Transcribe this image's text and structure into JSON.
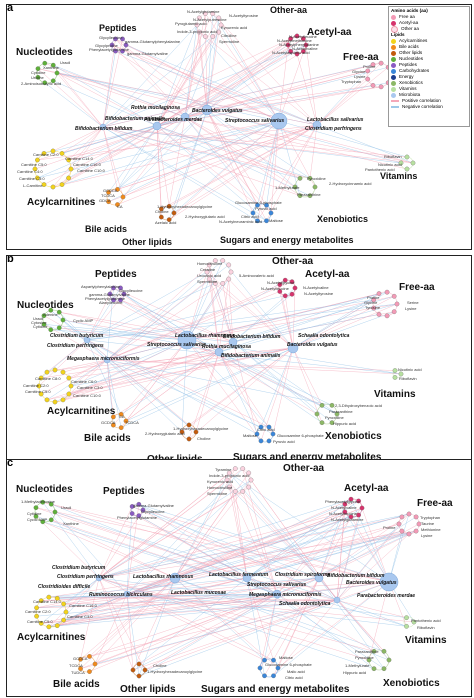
{
  "panels": [
    {
      "letter": "a",
      "groups": {
        "peptides": "Peptides",
        "other_aa": "Other-aa",
        "acetyl_aa": "Acetyl-aa",
        "nucleotides": "Nucleotides",
        "free_aa": "Free-aa",
        "acylcarnitines": "Acylcarnitines",
        "vitamins": "Vitamins",
        "xenobiotics": "Xenobiotics",
        "bile_acids": "Bile acids",
        "other_lipids": "Other lipids",
        "sugars": "Sugars and energy metabolites"
      },
      "bacteria": [
        "Rothia mucilaginosa",
        "Bacteroides vulgatus",
        "Bifidobacterium animalis",
        "Parabacteroides merdae",
        "Streptococcus salivarius",
        "Lactobacillus salivarius",
        "Clostridium perfringens",
        "Bifidobacterium bifidum"
      ],
      "metabolites": {
        "peptides": [
          "Glycylleucine",
          "gamma-Glutamylphenylalanine",
          "Glycylproline",
          "Phenylacetylglutamine",
          "gamma-Glutamylvaline"
        ],
        "other_aa": [
          "N-Acetylglutamine",
          "N-Acetyltyrosine",
          "N-Acetylputrescine",
          "Pyroglutamic acid",
          "Kynurenic acid",
          "Indole-3-propionic acid",
          "Citrulline",
          "Spermidine"
        ],
        "acetyl_aa": [
          "N-Acetylleucine",
          "N-Acetylmethionine",
          "N-Acetylphenylalanine",
          "N-Acetylvaline",
          "N-Acetylaspartic acid"
        ],
        "nucleotides": [
          "Uracil",
          "Xanthine",
          "Cytidine",
          "Uridine",
          "2-Aminoisobutyric acid"
        ],
        "free_aa": [
          "Proline",
          "Glycine",
          "Lysine",
          "Tryptophan",
          "Tyrosine",
          "Threonine"
        ],
        "acylcarnitines": [
          "Carnitine C2:0",
          "Carnitine C14:0",
          "Carnitine C16:0",
          "Carnitine C10:0",
          "Carnitine C5:0",
          "Carnitine C4:0",
          "Carnitine C3:0",
          "L-Carnitine"
        ],
        "vitamins": [
          "Riboflavin",
          "Nicotinic acid",
          "Pantothenic acid"
        ],
        "xenobiotics": [
          "Pyroxidine",
          "2-Hydroxycinnamic acid",
          "1-Methylurate",
          "Paraxanthine"
        ],
        "bile_acids": [
          "GCDCA",
          "TCDCA",
          "GDCA",
          "CA"
        ],
        "other_lipids": [
          "1-Hydroxyhexadecanoylglycine",
          "Choline",
          "Azelaic acid",
          "2-Hydroxyglutaric acid"
        ],
        "sugars": [
          "Glucosamine 6-phosphate",
          "Pyruvic acid",
          "Citric acid",
          "N-Acetylneuraminic acid",
          "Maltose"
        ]
      }
    },
    {
      "letter": "b",
      "groups": {
        "peptides": "Peptides",
        "other_aa": "Other-aa",
        "acetyl_aa": "Acetyl-aa",
        "nucleotides": "Nucleotides",
        "free_aa": "Free-aa",
        "acylcarnitines": "Acylcarnitines",
        "vitamins": "Vitamins",
        "xenobiotics": "Xenobiotics",
        "bile_acids": "Bile acids",
        "other_lipids": "Other lipids",
        "sugars": "Sugars and energy metabolites"
      },
      "bacteria": [
        "Clostridium butyricum",
        "Lactobacillus rhamnosus",
        "Bifidobacterium bifidum",
        "Schaalia odontolytica",
        "Clostridium perfringens",
        "Streptococcus salivarius",
        "Rothia mucilaginosa",
        "Bifidobacterium animalis",
        "Bacteroides vulgatus",
        "Megasphaera micronuciformis"
      ],
      "metabolites": {
        "peptides": [
          "Aspartylphenylalanine",
          "Glycylleucine",
          "gamma-Glutamylvaline",
          "Phenylacetylglutamine",
          "Alanylleucine"
        ],
        "other_aa": [
          "Homocitrulline",
          "Creatine",
          "Urocanic acid",
          "Spermidine",
          "5-Aminovaleric acid"
        ],
        "acetyl_aa": [
          "N-Acetylglycine",
          "N-Acetylleucine",
          "N-Acetylvaline",
          "N-Acetyltyrosine"
        ],
        "nucleotides": [
          "Adenine",
          "Uracil",
          "Cytosine",
          "Cytidine",
          "Cyclic AMP"
        ],
        "free_aa": [
          "Proline",
          "Glycine",
          "Tyrosine",
          "Serine",
          "Lysine"
        ],
        "acylcarnitines": [
          "Carnitine C8:0",
          "Carnitine C6:0",
          "Carnitine C2:0",
          "Carnitine C3:0",
          "Carnitine C5:0",
          "Carnitine C10:0"
        ],
        "vitamins": [
          "Nicotinic acid",
          "Riboflavin"
        ],
        "xenobiotics": [
          "2,3-Dihydroxybenzoic acid",
          "Paraxanthine",
          "Pyroxidine",
          "Hippuric acid"
        ],
        "bile_acids": [
          "CA",
          "GCDCA",
          "TCDCA"
        ],
        "other_lipids": [
          "2-Hydroxyglutaric acid",
          "Choline",
          "1-Hydroxyhexadecanoylglycine"
        ],
        "sugars": [
          "Citric acid",
          "Maltose",
          "Glucosamine 6-phosphate",
          "Pyruvic acid"
        ]
      }
    },
    {
      "letter": "c",
      "groups": {
        "peptides": "Peptides",
        "other_aa": "Other-aa",
        "acetyl_aa": "Acetyl-aa",
        "nucleotides": "Nucleotides",
        "free_aa": "Free-aa",
        "acylcarnitines": "Acylcarnitines",
        "vitamins": "Vitamins",
        "xenobiotics": "Xenobiotics",
        "bile_acids": "Bile acids",
        "other_lipids": "Other lipids",
        "sugars": "Sugars and energy metabolites"
      },
      "bacteria": [
        "Clostridium butyricum",
        "Clostridium perfringens",
        "Lactobacillus rhamnosus",
        "Lactobacillus fermentum",
        "Clostridium spiroforme",
        "Bifidobacterium bifidum",
        "Clostridioides difficile",
        "Ruminococcus bicirculans",
        "Lactobacillus mucosae",
        "Streptococcus salivarius",
        "Bacteroides vulgatus",
        "Megasphaera micronuciformis",
        "Schaalia odontolytica",
        "Parabacteroides merdae"
      ],
      "metabolites": {
        "peptides": [
          "gamma-Glutamylvaline",
          "Glycylleucine",
          "Phenylacetylglutamine"
        ],
        "other_aa": [
          "Tyramine",
          "Indole-3-propionic acid",
          "Kynurenic acid",
          "Homocitrulline",
          "Spermidine"
        ],
        "acetyl_aa": [
          "Phenylacetylglycine",
          "N-Acetylvaline",
          "N-Acetylleucine",
          "N-Acetylglutamine"
        ],
        "nucleotides": [
          "1-Methyladenosine",
          "Uracil",
          "Cytidine",
          "Cyclic AMP",
          "Xanthine"
        ],
        "free_aa": [
          "Tryptophan",
          "Taurine",
          "Methionine",
          "Lysine",
          "Proline"
        ],
        "acylcarnitines": [
          "Carnitine C14:0",
          "Carnitine C16:0",
          "Carnitine C2:0",
          "Carnitine C3:0",
          "Carnitine C5:0"
        ],
        "vitamins": [
          "Pantothenic acid",
          "Riboflavin"
        ],
        "xenobiotics": [
          "Paraxanthine",
          "Pyroxidine",
          "1-Methylurate",
          "Hippuric acid"
        ],
        "bile_acids": [
          "GCDCA",
          "TCDCA",
          "TUDCA"
        ],
        "other_lipids": [
          "Choline",
          "1-Hydroxyhexadecanoylglycine"
        ],
        "sugars": [
          "Maltose",
          "Glucosamine 6-phosphate",
          "Malic acid",
          "Citric acid"
        ]
      }
    }
  ],
  "legend": {
    "title_aa": "Amino acids (aa)",
    "aa_items": [
      {
        "label": "Free aa",
        "color": "#f39ab6"
      },
      {
        "label": "Acetyl-aa",
        "color": "#d6336c"
      },
      {
        "label": "Other aa",
        "color": "#fde0ea"
      }
    ],
    "title_lipids": "Lipids",
    "lipid_items": [
      {
        "label": "Acylcarnitines",
        "color": "#f2d31b"
      },
      {
        "label": "Bile acids",
        "color": "#f08a1c"
      },
      {
        "label": "Other lipids",
        "color": "#c25b0e"
      }
    ],
    "other_items": [
      {
        "label": "Nucleotides",
        "color": "#5fb03a"
      },
      {
        "label": "Peptides",
        "color": "#8a5bc2"
      },
      {
        "label": "Carbohydrates",
        "color": "#3a86d9"
      },
      {
        "label": "Energy",
        "color": "#1c3e8f"
      },
      {
        "label": "Xenobiotics",
        "color": "#8cb866"
      },
      {
        "label": "Vitamins",
        "color": "#b7e0a0"
      },
      {
        "label": "Microbiota",
        "color": "#a9c8ef"
      }
    ],
    "line_items": [
      {
        "label": "Positive correlation",
        "color": "#f5a8b8"
      },
      {
        "label": "Negative correlation",
        "color": "#9ec9e8"
      }
    ]
  },
  "colors": {
    "positive": "#f3a1b3",
    "negative": "#8ec0e6",
    "microbiota": "#a9c8ef"
  }
}
